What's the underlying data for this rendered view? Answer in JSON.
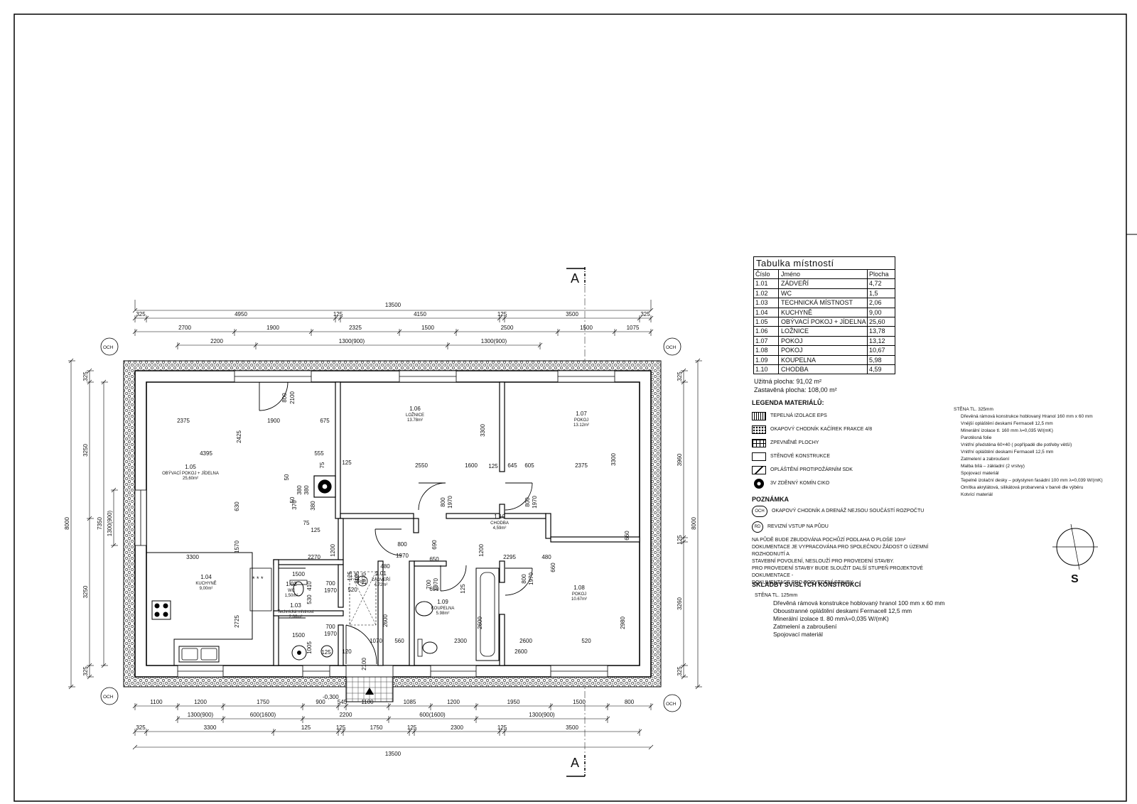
{
  "section_mark": "A",
  "dimensions": {
    "top_total": "13500",
    "top_row1": [
      "325",
      "4950",
      "125",
      "4150",
      "125",
      "3500",
      "325"
    ],
    "top_row2": [
      "2700",
      "1900",
      "2325",
      "1500",
      "2500",
      "1500",
      "1075"
    ],
    "top_row3": [
      "2200",
      "1300(900)",
      "1300(900)"
    ],
    "bottom_row1": [
      "1100",
      "1200",
      "1750",
      "900",
      "545",
      "1100",
      "1085",
      "1200",
      "1950",
      "1500",
      "800"
    ],
    "bottom_row2": [
      "1300(900)",
      "600(1600)",
      "2200",
      "600(1600)",
      "1300(900)"
    ],
    "bottom_row3": [
      "325",
      "3300",
      "125",
      "125",
      "1750",
      "125",
      "2300",
      "125",
      "3500",
      "325"
    ],
    "bottom_total": "13500",
    "left_outer": "8000",
    "left_mid": "7350",
    "left_window": "1300(900)",
    "left_parts": [
      "325",
      "3250",
      "3250",
      "325"
    ],
    "right_outer": "8000",
    "right_parts": [
      "325",
      "3960",
      "125",
      "3260",
      "325"
    ],
    "interior": [
      "2375",
      "1900",
      "675",
      "2425",
      "800",
      "2100",
      "4395",
      "555",
      "50",
      "75",
      "50",
      "380",
      "380",
      "370",
      "75",
      "125",
      "380",
      "630",
      "1570",
      "3300",
      "2270",
      "1200",
      "125",
      "2550",
      "1600",
      "3300",
      "125",
      "645",
      "605",
      "2375",
      "3300",
      "800",
      "1970",
      "800",
      "1970",
      "800",
      "1970",
      "690",
      "1200",
      "2295",
      "480",
      "650",
      "125",
      "660",
      "660",
      "1500",
      "700",
      "1970",
      "530",
      "410",
      "700",
      "1970",
      "1005",
      "125",
      "1500",
      "480",
      "520",
      "2600",
      "1070",
      "560",
      "700",
      "1970",
      "650",
      "2600",
      "2300",
      "2600",
      "520",
      "2980",
      "2600",
      "125",
      "125",
      "800",
      "1970",
      "2725",
      "800",
      "1970",
      "2100",
      "120"
    ],
    "level": "-0,300"
  },
  "markers": {
    "och": "OCH",
    "rd": "RD"
  },
  "rooms_plan": [
    {
      "num": "1.05",
      "name": "OBÝVACÍ POKOJ + JÍDELNA",
      "area": "25,60m²"
    },
    {
      "num": "1.06",
      "name": "LOŽNICE",
      "area": "13.78m²"
    },
    {
      "num": "1.07",
      "name": "POKOJ",
      "area": "13.12m²"
    },
    {
      "num": "1.10",
      "name": "CHODBA",
      "area": "4,59m²"
    },
    {
      "num": "1.04",
      "name": "KUCHYNĚ",
      "area": "9,00m²"
    },
    {
      "num": "1.02",
      "name": "WC",
      "area": "1,50m²"
    },
    {
      "num": "1.03",
      "name": "Technická místnost",
      "area": "2,06m²"
    },
    {
      "num": "1.01",
      "name": "ZÁDVEŘÍ",
      "area": "4.72m²"
    },
    {
      "num": "1.09",
      "name": "KOUPELNA",
      "area": "5.98m²"
    },
    {
      "num": "1.08",
      "name": "POKOJ",
      "area": "10.67m²"
    }
  ],
  "room_table": {
    "title": "Tabulka místností",
    "headers": [
      "Číslo",
      "Jméno",
      "Plocha"
    ],
    "rows": [
      [
        "1.01",
        "ZÁDVEŘÍ",
        "4,72"
      ],
      [
        "1.02",
        "WC",
        "1,5"
      ],
      [
        "1.03",
        "TECHNICKÁ MÍSTNOST",
        "2,06"
      ],
      [
        "1.04",
        "KUCHYNĚ",
        "9,00"
      ],
      [
        "1.05",
        "OBÝVACÍ POKOJ + JÍDELNA",
        "25,60"
      ],
      [
        "1.06",
        "LOŽNICE",
        "13,78"
      ],
      [
        "1.07",
        "POKOJ",
        "13,12"
      ],
      [
        "1.08",
        "POKOJ",
        "10,67"
      ],
      [
        "1.09",
        "KOUPELNA",
        "5,98"
      ],
      [
        "1.10",
        "CHODBA",
        "4,59"
      ]
    ]
  },
  "areas": {
    "usable": "Užitná plocha: 91,02 m²",
    "built": "Zastavěná plocha: 108,00 m²"
  },
  "legend": {
    "title": "LEGENDA MATERIÁLŮ:",
    "items": [
      "TEPELNÁ IZOLACE EPS",
      "OKAPOVÝ CHODNÍK KAČÍREK FRAKCE 4/8",
      "ZPEVNĚNÉ PLOCHY",
      "STĚNOVÉ KONSTRUKCE",
      "OPLÁŠTĚNÍ PROTIPOŽÁRNÍM SDK",
      "3V ZDĚNNÝ KOMÍN CIKO"
    ]
  },
  "notes": {
    "title": "POZNÁMKA",
    "och_symbol": "OCH",
    "och_text": "OKAPOVÝ CHODNÍK A DRENÁŽ NEJSOU SOUČÁSTÍ ROZPOČTU",
    "rd_symbol": "RD",
    "rd_text": "REVIZNÍ VSTUP NA PŮDU",
    "lines": [
      "NA PŮDĚ BUDE ZBUDOVÁNA POCHŮZÍ PODLAHA O PLOŠE 10m²",
      "DOKUMENTACE JE VYPRACOVÁNA PRO SPOLEČNOU ŽÁDOST O ÚZEMNÍ ROZHODNUTÍ A",
      "STAVEBNÍ POVOLENÍ, NESLOUŽÍ PRO PROVEDENÍ STAVBY.",
      "PRO PROVEDENÍ STAVBY BUDE SLOUŽIT DALŠÍ STUPEŇ PROJEKTOVÉ DOKUMENTACE -",
      "DOKUMENTACE PRO PORVEDENÍ STAVBY."
    ]
  },
  "ext_wall": {
    "title": "STĚNA TL. 325mm",
    "lines": [
      "Dřevěná rámová konstrukce hoblovaný Hranol 160 mm x 60 mm",
      "Vnější opláštění deskami Fermacell 12,5 mm",
      "Minerální izolace tl. 160 mm λ=0,035 W/(mK)",
      "Parotěsná folie",
      "Vnitřní předstěna 60×40 ( popřípadě dle potřeby větší)",
      "Vnitřní opláštění deskami Fermacell 12,5 mm",
      "Zatmelení a zabroušení",
      "Malba bílá – základní (2 vrstvy)",
      "Spojovací materiál",
      "Tepelně izolační desky – polystyren fasádní 100 mm λ=0,039 W/(mK)",
      "Omítka akrylátová, silikátová probarvená v barvě dle výběru",
      "Kotvící materiál"
    ]
  },
  "int_wall": {
    "title": "SKLADBY SVISLÝCH KONSTRUKCÍ",
    "subtitle": "STĚNA TL. 125mm",
    "lines": [
      "Dřevěná rámová konstrukce hoblovaný hranol 100 mm x 60 mm",
      "Oboustranné opláštění deskami Fermacell 12,5 mm",
      "Minerální izolace tl. 80 mmλ=0,035 W/(mK)",
      "Zatmelení a zabroušení",
      "Spojovací materiál"
    ]
  },
  "north": "S"
}
